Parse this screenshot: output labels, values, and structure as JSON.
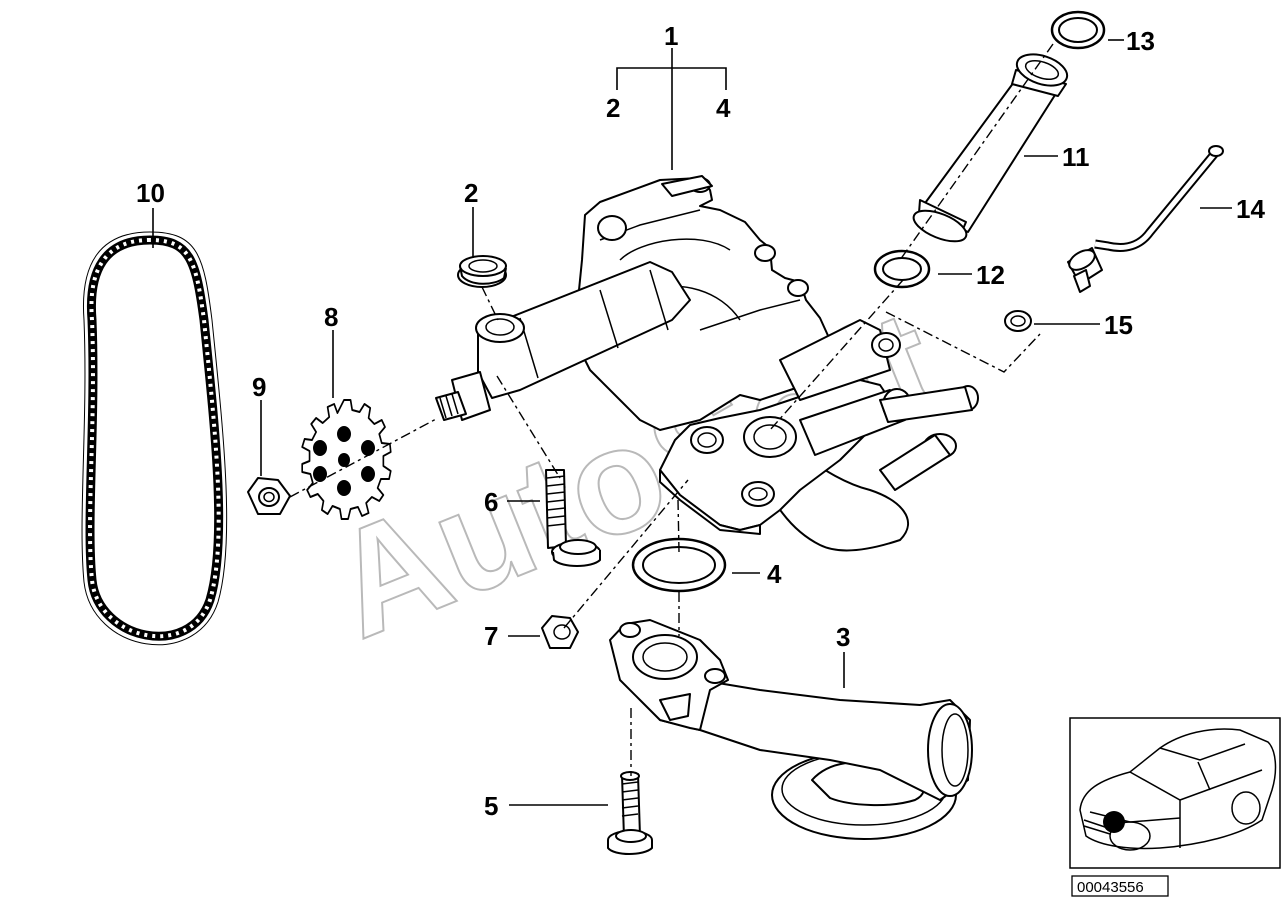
{
  "watermark": "AutoSoft",
  "callouts": [
    {
      "id": "c1",
      "label": "1"
    },
    {
      "id": "c2a",
      "label": "2"
    },
    {
      "id": "c4a",
      "label": "4"
    },
    {
      "id": "c2b",
      "label": "2"
    },
    {
      "id": "c3",
      "label": "3"
    },
    {
      "id": "c4b",
      "label": "4"
    },
    {
      "id": "c5",
      "label": "5"
    },
    {
      "id": "c6",
      "label": "6"
    },
    {
      "id": "c7",
      "label": "7"
    },
    {
      "id": "c8",
      "label": "8"
    },
    {
      "id": "c9",
      "label": "9"
    },
    {
      "id": "c10",
      "label": "10"
    },
    {
      "id": "c11",
      "label": "11"
    },
    {
      "id": "c12",
      "label": "12"
    },
    {
      "id": "c13",
      "label": "13"
    },
    {
      "id": "c14",
      "label": "14"
    },
    {
      "id": "c15",
      "label": "15"
    }
  ],
  "reference_number": "00043556"
}
